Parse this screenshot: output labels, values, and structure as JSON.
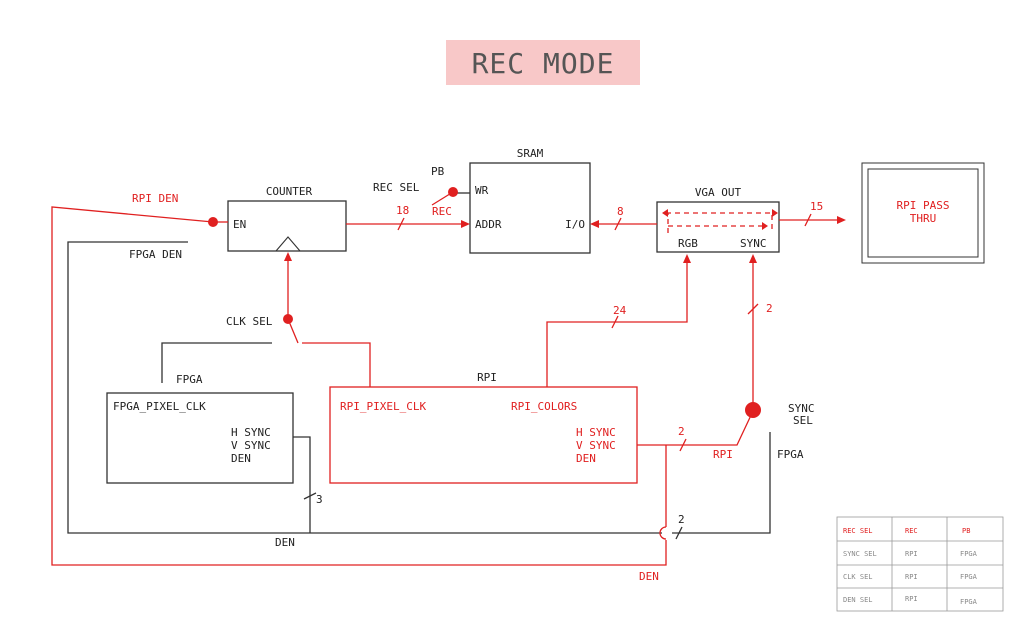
{
  "title": "REC MODE",
  "blocks": {
    "counter": {
      "name": "COUNTER",
      "port_en": "EN"
    },
    "sram": {
      "name": "SRAM",
      "port_wr": "WR",
      "port_addr": "ADDR",
      "port_io": "I/O"
    },
    "vga": {
      "name": "VGA OUT",
      "port_rgb": "RGB",
      "port_sync": "SYNC"
    },
    "monitor": {
      "line1": "RPI PASS",
      "line2": "THRU"
    },
    "fpga": {
      "name": "FPGA",
      "pixel_clk": "FPGA_PIXEL_CLK",
      "hsync": "H SYNC",
      "vsync": "V SYNC",
      "den": "DEN"
    },
    "rpi": {
      "name": "RPI",
      "pixel_clk": "RPI_PIXEL_CLK",
      "colors": "RPI_COLORS",
      "hsync": "H SYNC",
      "vsync": "V SYNC",
      "den": "DEN"
    }
  },
  "switches": {
    "rec_sel": {
      "label": "REC SEL",
      "pb": "PB",
      "rec": "REC"
    },
    "clk_sel": {
      "label": "CLK SEL"
    },
    "sync_sel": {
      "line1": "SYNC",
      "line2": "SEL",
      "rpi": "RPI",
      "fpga": "FPGA"
    }
  },
  "signals": {
    "rpi_den": "RPI DEN",
    "fpga_den": "FPGA DEN",
    "den_bottom": "DEN",
    "den_red": "DEN"
  },
  "bus_widths": {
    "addr": "18",
    "io": "8",
    "out": "15",
    "rgb": "24",
    "sync": "2",
    "rpi_sync": "2",
    "fpga_sync": "3",
    "den_bus": "2"
  },
  "legend_table": {
    "header": [
      "REC SEL",
      "REC",
      "PB"
    ],
    "rows": [
      [
        "SYNC SEL",
        "RPI",
        "FPGA"
      ],
      [
        "CLK SEL",
        "RPI",
        "FPGA"
      ],
      [
        "DEN SEL",
        "RPI",
        "FPGA"
      ]
    ]
  },
  "colors": {
    "active": "#e02020",
    "inactive": "#333333",
    "title_bg": "#f8c8c8"
  }
}
